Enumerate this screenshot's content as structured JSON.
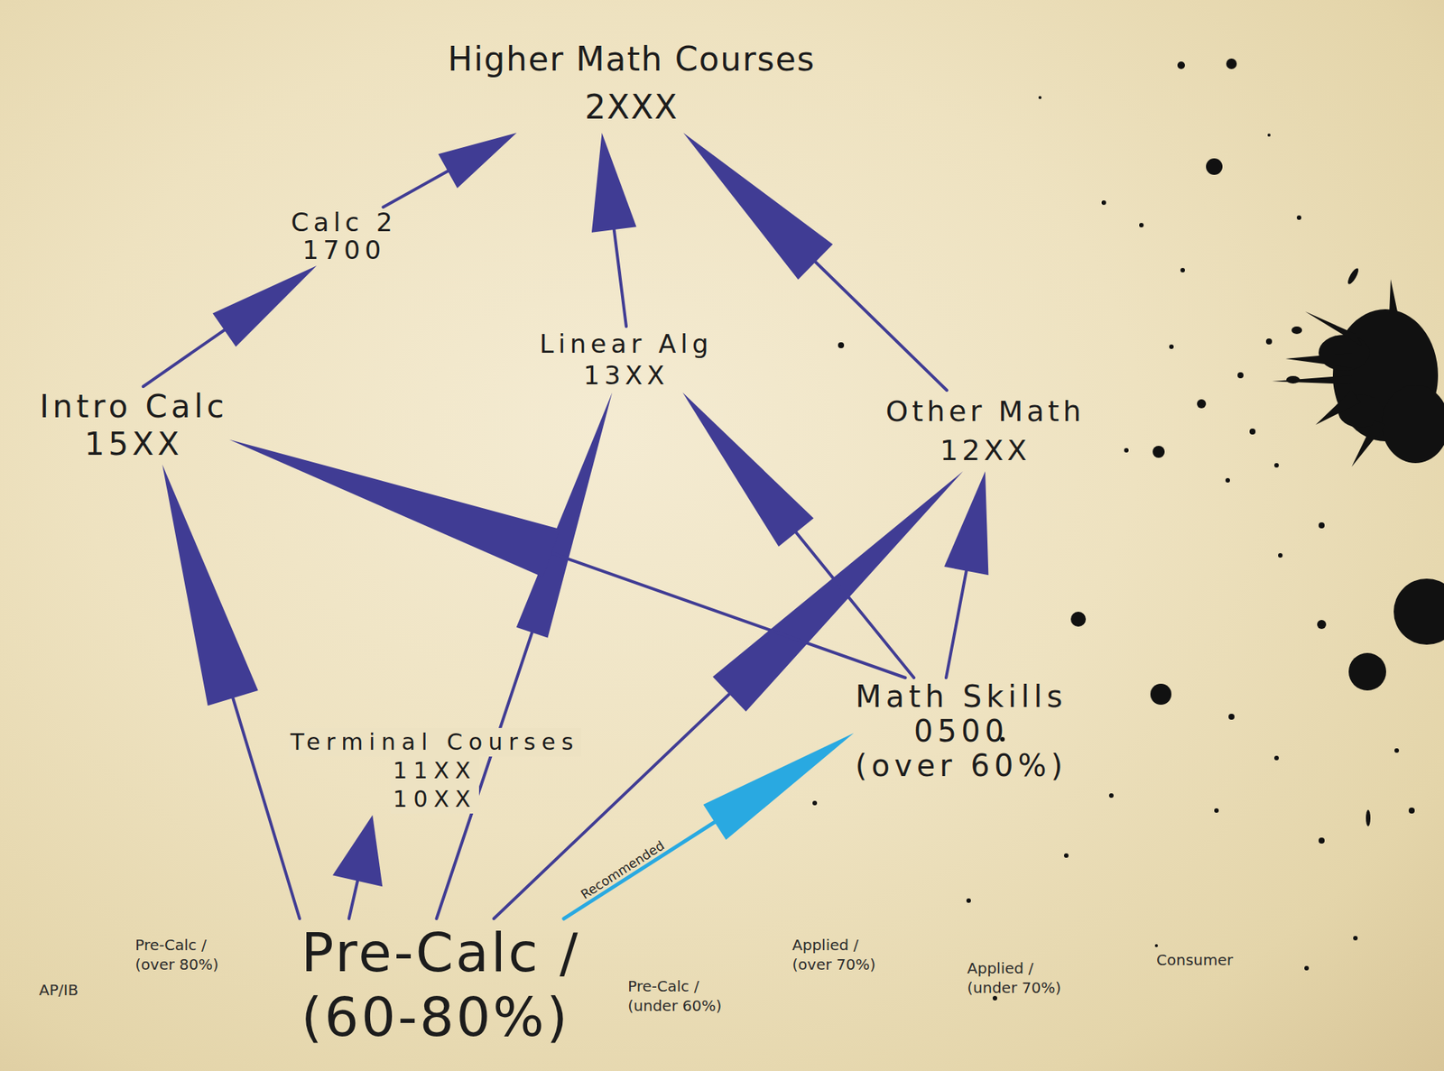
{
  "diagram": {
    "nodes": [
      {
        "text": [
          "Higher Math Courses",
          "2XXX"
        ]
      },
      {
        "text": [
          "Calc 2",
          "1700"
        ]
      },
      {
        "text": [
          "Linear Alg",
          "13XX"
        ]
      },
      {
        "text": [
          "Intro Calc",
          "15XX"
        ]
      },
      {
        "text": [
          "Other Math",
          "12XX"
        ]
      },
      {
        "text": [
          "Math Skills",
          "0500",
          "(over 60%)"
        ]
      },
      {
        "text": [
          "Terminal Courses",
          "11XX",
          "10XX"
        ]
      },
      {
        "text": [
          "Pre-Calc / (60-80%)"
        ]
      }
    ],
    "edges": [
      {
        "from": 1,
        "to": 0,
        "arrow": "to"
      },
      {
        "from": 2,
        "to": 0,
        "arrow": "to"
      },
      {
        "from": 4,
        "to": 0,
        "arrow": "to"
      },
      {
        "from": 3,
        "to": 1,
        "arrow": "to"
      },
      {
        "from": 7,
        "to": 3,
        "arrow": "to"
      },
      {
        "from": 7,
        "to": 6,
        "arrow": "to"
      },
      {
        "from": 7,
        "to": 2,
        "arrow": "to"
      },
      {
        "from": 7,
        "to": 4,
        "arrow": "to"
      },
      {
        "from": 7,
        "to": 5,
        "arrow": "to",
        "label": "Recommended"
      },
      {
        "from": 5,
        "to": 3,
        "arrow": "to"
      },
      {
        "from": 5,
        "to": 2,
        "arrow": "to"
      },
      {
        "from": 5,
        "to": 4,
        "arrow": "to"
      }
    ],
    "labels": [
      "AP/IB",
      "Pre-Calc / (over 80%)",
      "Pre-Calc / (under 60%)",
      "Applied / (over 70%)",
      "Applied / (under 70%)",
      "Consumer"
    ]
  }
}
